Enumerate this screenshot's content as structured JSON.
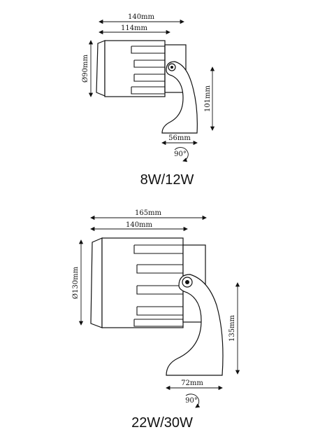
{
  "figures": [
    {
      "model_label": "8W/12W",
      "dims": {
        "overall_length": "140mm",
        "body_length": "114mm",
        "diameter": "Ø90mm",
        "height": "101mm",
        "base_width": "56mm",
        "rotation": "90°"
      }
    },
    {
      "model_label": "22W/30W",
      "dims": {
        "overall_length": "165mm",
        "body_length": "140mm",
        "diameter": "Ø130mm",
        "height": "135mm",
        "base_width": "72mm",
        "rotation": "90°"
      }
    }
  ]
}
